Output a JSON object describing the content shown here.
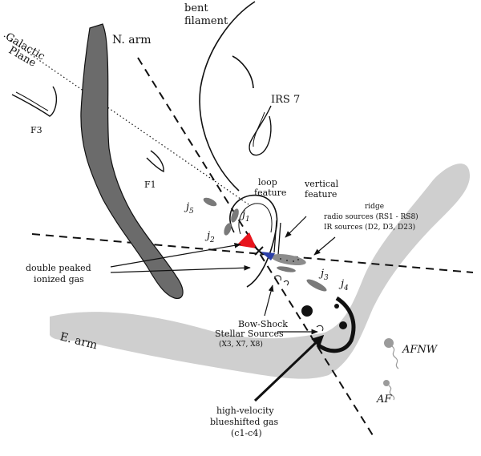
{
  "labels": {
    "bent_filament": [
      "bent",
      "filament"
    ],
    "galactic_plane": [
      "Galactic",
      "Plane"
    ],
    "n_arm": "N. arm",
    "irs7": "IRS 7",
    "f3": "F3",
    "f1": "F1",
    "loop_feature": [
      "loop",
      "feature"
    ],
    "vertical_feature": [
      "vertical",
      "feature"
    ],
    "ridge": [
      "ridge",
      "radio sources (RS1 - RS8)",
      "IR sources (D2, D3, D23)"
    ],
    "j5": "j",
    "j5_sub": "5",
    "j1": "j",
    "j1_sub": "1",
    "j2": "j",
    "j2_sub": "2",
    "j3": "j",
    "j3_sub": "3",
    "j4": "j",
    "j4_sub": "4",
    "double_peaked": [
      "double peaked",
      "ionized gas"
    ],
    "bow_shock": [
      "Bow-Shock",
      "Stellar Sources",
      "(X3, X7, X8)"
    ],
    "e_arm": "E. arm",
    "afnw": "AFNW",
    "af": "AF",
    "high_velocity": [
      "high-velocity",
      "blueshifted gas",
      "(c1-c4)"
    ]
  },
  "colors": {
    "n_arm_fill": "#6b6b6b",
    "e_arm_fill": "#cfcfcf",
    "red_marker": "#e8141c",
    "blue_marker": "#2b3fa8",
    "ink": "#111111"
  }
}
